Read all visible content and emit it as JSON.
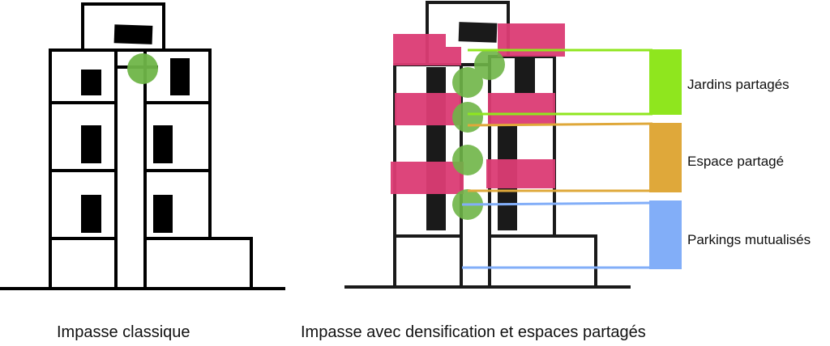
{
  "legend": {
    "jardins": "Jardins partagés",
    "espace": "Espace partagé",
    "parkings": "Parkings mutualisés"
  },
  "captions": {
    "left": "Impasse classique",
    "right": "Impasse avec densification et espaces partagés"
  },
  "colors": {
    "jardins": "#8fe61e",
    "espace": "#dfa83a",
    "parkings": "#82aef8",
    "extension": "#dc3c74",
    "tree": "#6fb548"
  }
}
